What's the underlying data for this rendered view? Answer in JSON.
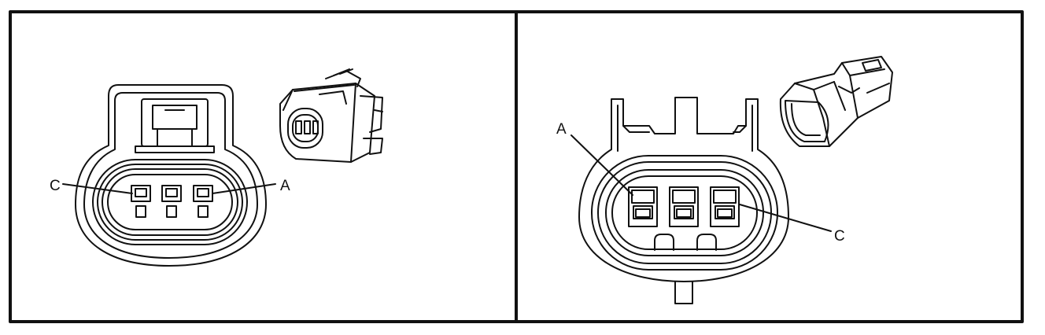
{
  "diagram": {
    "panels": [
      {
        "name": "left-connector",
        "pin_labels": {
          "left": "C",
          "right": "A"
        }
      },
      {
        "name": "right-connector",
        "pin_labels": {
          "left": "A",
          "right": "C"
        }
      }
    ]
  },
  "colors": {
    "line": "#111111",
    "background": "#ffffff"
  }
}
